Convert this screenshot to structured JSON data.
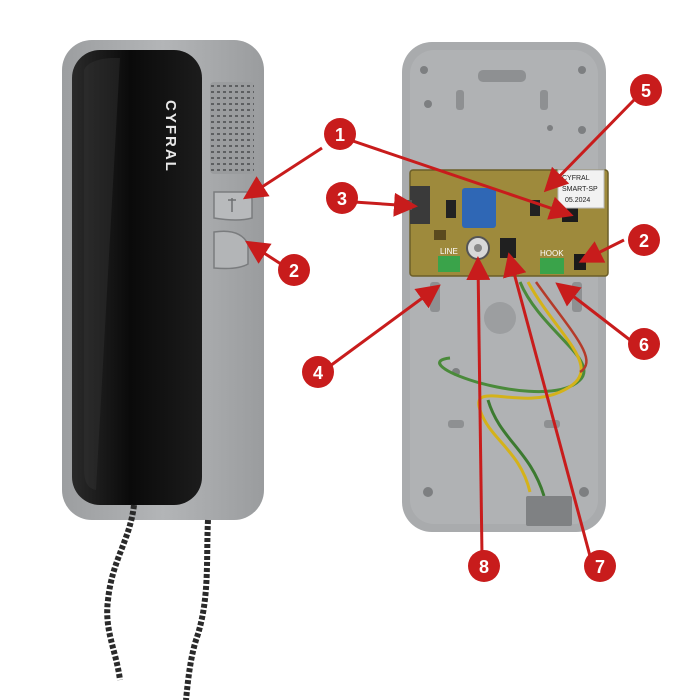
{
  "brand": "CYFRAL",
  "callouts": [
    {
      "id": "c1",
      "label": "1"
    },
    {
      "id": "c2a",
      "label": "2"
    },
    {
      "id": "c2b",
      "label": "2"
    },
    {
      "id": "c3",
      "label": "3"
    },
    {
      "id": "c4",
      "label": "4"
    },
    {
      "id": "c5",
      "label": "5"
    },
    {
      "id": "c6",
      "label": "6"
    },
    {
      "id": "c7",
      "label": "7"
    },
    {
      "id": "c8",
      "label": "8"
    }
  ],
  "board": {
    "line_label": "LINE",
    "hook_label": "HOOK",
    "sticker_brand": "CYFRAL",
    "sticker_model": "SMART-SP",
    "sticker_date": "05.2024"
  },
  "colors": {
    "callout": "#c81c1c",
    "housing": "#a9abad",
    "handset": "#121212",
    "pcb": "#9e8a3c"
  }
}
